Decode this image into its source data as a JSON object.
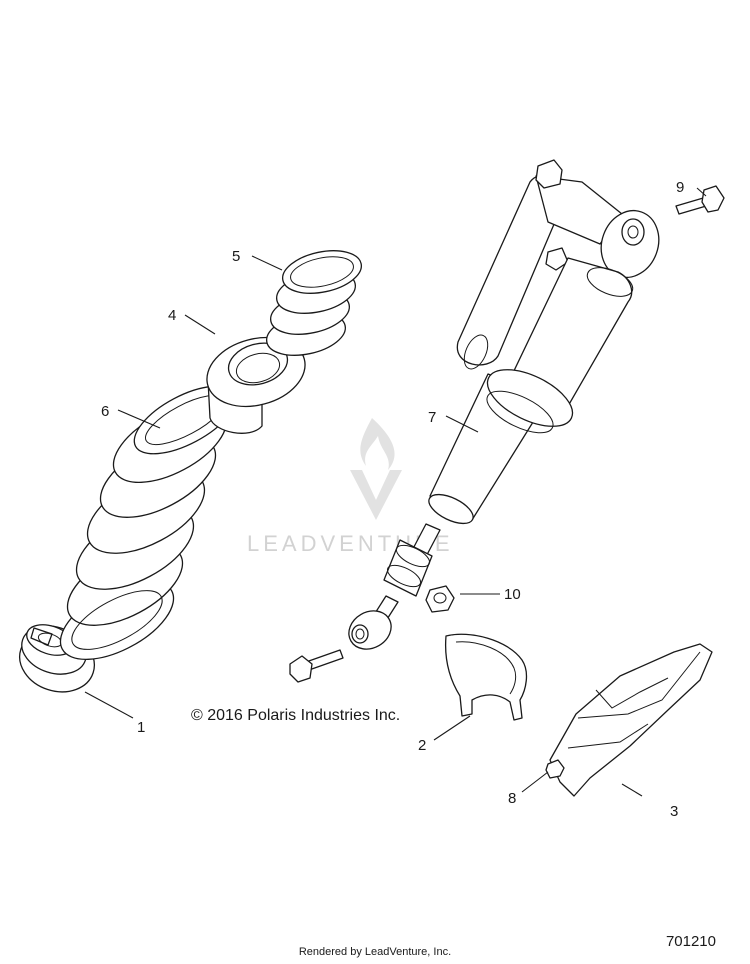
{
  "watermark": {
    "text": "LEADVENTURE"
  },
  "copyright": "© 2016 Polaris Industries Inc.",
  "footer": "Rendered by LeadVenture, Inc.",
  "diagram_id": "701210",
  "callouts": {
    "c1": "1",
    "c2": "2",
    "c3": "3",
    "c4": "4",
    "c5": "5",
    "c6": "6",
    "c7": "7",
    "c8": "8",
    "c9": "9",
    "c10": "10"
  }
}
